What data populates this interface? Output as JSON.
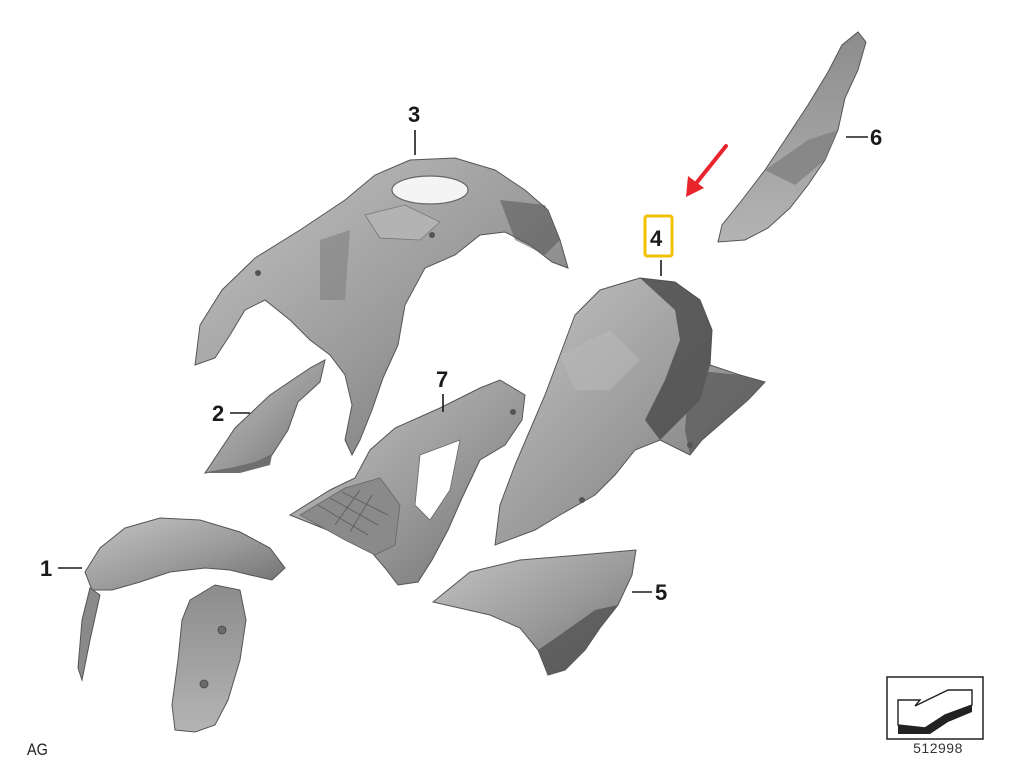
{
  "callouts": {
    "p1": "1",
    "p2": "2",
    "p3": "3",
    "p4": "4",
    "p5": "5",
    "p6": "6",
    "p7": "7"
  },
  "corner_label": "AG",
  "reference_number": "512998",
  "colors": {
    "part_fill": "#9a9a9a",
    "part_light": "#b9b9b9",
    "part_dark": "#5f5f5f",
    "highlight_box": "#f2c200",
    "arrow": "#e8242c"
  },
  "icons": [
    "red-arrow-icon",
    "orientation-icon"
  ]
}
